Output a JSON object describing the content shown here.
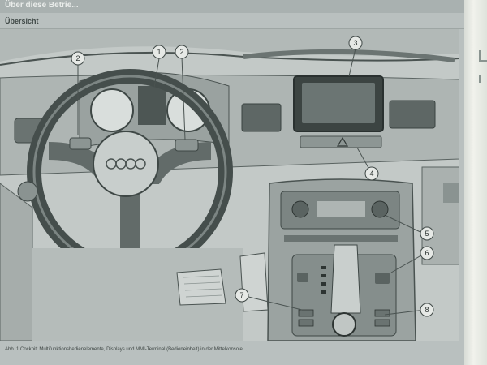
{
  "header": {
    "title": "Über diese Betrie..."
  },
  "section": {
    "title": "Übersicht"
  },
  "figure": {
    "caption": "Abb. 1  Cockpit: Multifunktionsbedienelemente, Displays und MMI-Terminal (Bedieneinheit) in der Mittelkonsole",
    "brand_mark": "Audi",
    "callouts": [
      "1",
      "2",
      "2",
      "3",
      "4",
      "5",
      "6",
      "7",
      "8"
    ]
  },
  "colors": {
    "page": "#b9c0bf",
    "line_art": "#4a5351",
    "callout_fill": "#e6e9e6"
  }
}
